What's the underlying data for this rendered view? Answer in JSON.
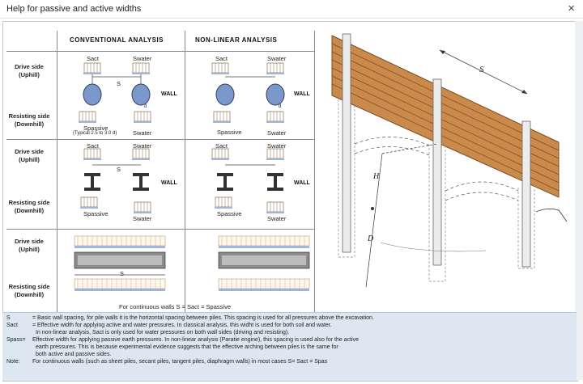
{
  "window": {
    "title": "Help for passive and active widths",
    "close_glyph": "×"
  },
  "headers": {
    "conventional": "CONVENTIONAL  ANALYSIS",
    "nonlinear": "NON-LINEAR  ANALYSIS"
  },
  "labels": {
    "drive_l1": "Drive side",
    "drive_l2": "(Uphill)",
    "resist_l1": "Resisting side",
    "resist_l2": "(Downhill)",
    "sact": "Sact",
    "swater": "Swater",
    "spassive": "Spassive",
    "s": "S",
    "d": "d",
    "wall": "WALL",
    "typical": "(Typical 2.5 to 3.0 d)",
    "continuous": "For continuous walls S = Sact = Spassive"
  },
  "illustration": {
    "s": "S",
    "h": "H",
    "d": "D"
  },
  "notes": [
    {
      "term": "S",
      "lines": [
        "=  Basic wall spacing, for pile walls it is the horizontal spacing between piles. This spacing is used for all pressures above the excavation."
      ]
    },
    {
      "term": "Sact",
      "lines": [
        "=  Effective width for applying active and water pressures. In classical analysis, this widht is used for both soil and water.",
        "In non-linear analysis, Sact is only used for water pressures on both wall sides (driving and resisting)."
      ]
    },
    {
      "term": "Spass=",
      "lines": [
        "Effective width for applying passive earth pressures. In non-linear analysis (Paratie engine), this spacing is used also for the active",
        "earth pressures. This is because experimental evidence suggests that the effective arching between piles is the same for",
        "both active and passive sides."
      ]
    },
    {
      "term": "Note:",
      "lines": [
        "For continuous walls (such as sheet piles, secant piles, tangent piles, diaphragm walls) in most cases S= Sact = Spas"
      ]
    }
  ],
  "colors": {
    "wood": "#c98a4b",
    "wood_dark": "#7a4a1f",
    "pile": "#e8e8e8",
    "notes_bg": "#dde7f1",
    "ellipse": "#7a98c9"
  }
}
